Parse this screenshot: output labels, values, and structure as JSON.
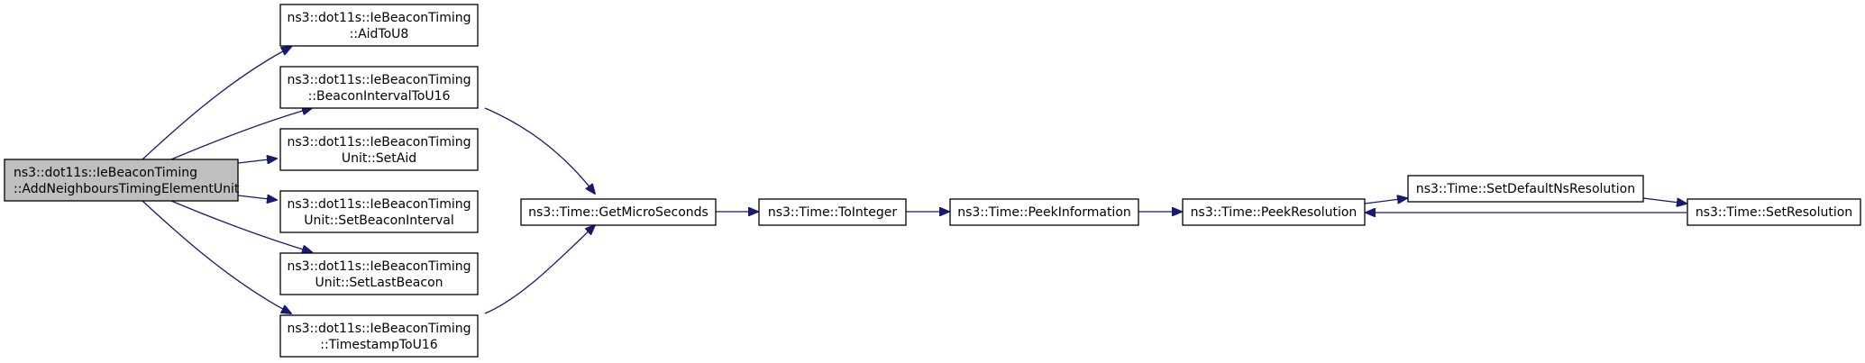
{
  "diagram": {
    "colors": {
      "edge": "#191970",
      "node_border": "#000000",
      "root_fill": "#bfbfbf",
      "node_fill": "#ffffff"
    },
    "nodes": {
      "add_neighbours": {
        "lines": [
          "ns3::dot11s::IeBeaconTiming",
          "::AddNeighboursTimingElementUnit"
        ],
        "root": true
      },
      "aid_to_u8": {
        "lines": [
          "ns3::dot11s::IeBeaconTiming",
          "::AidToU8"
        ]
      },
      "beacon_interval_to_u16": {
        "lines": [
          "ns3::dot11s::IeBeaconTiming",
          "::BeaconIntervalToU16"
        ]
      },
      "unit_set_aid": {
        "lines": [
          "ns3::dot11s::IeBeaconTiming",
          "Unit::SetAid"
        ]
      },
      "unit_set_beacon_interval": {
        "lines": [
          "ns3::dot11s::IeBeaconTiming",
          "Unit::SetBeaconInterval"
        ]
      },
      "unit_set_last_beacon": {
        "lines": [
          "ns3::dot11s::IeBeaconTiming",
          "Unit::SetLastBeacon"
        ]
      },
      "timestamp_to_u16": {
        "lines": [
          "ns3::dot11s::IeBeaconTiming",
          "::TimestampToU16"
        ]
      },
      "get_micro_seconds": {
        "lines": [
          "ns3::Time::GetMicroSeconds"
        ]
      },
      "to_integer": {
        "lines": [
          "ns3::Time::ToInteger"
        ]
      },
      "peek_information": {
        "lines": [
          "ns3::Time::PeekInformation"
        ]
      },
      "peek_resolution": {
        "lines": [
          "ns3::Time::PeekResolution"
        ]
      },
      "set_default_ns_resolution": {
        "lines": [
          "ns3::Time::SetDefaultNsResolution"
        ]
      },
      "set_resolution": {
        "lines": [
          "ns3::Time::SetResolution"
        ]
      }
    },
    "edges": [
      {
        "from": "add_neighbours",
        "to": "aid_to_u8"
      },
      {
        "from": "add_neighbours",
        "to": "beacon_interval_to_u16"
      },
      {
        "from": "add_neighbours",
        "to": "unit_set_aid"
      },
      {
        "from": "add_neighbours",
        "to": "unit_set_beacon_interval"
      },
      {
        "from": "add_neighbours",
        "to": "unit_set_last_beacon"
      },
      {
        "from": "add_neighbours",
        "to": "timestamp_to_u16"
      },
      {
        "from": "beacon_interval_to_u16",
        "to": "get_micro_seconds"
      },
      {
        "from": "timestamp_to_u16",
        "to": "get_micro_seconds"
      },
      {
        "from": "get_micro_seconds",
        "to": "to_integer"
      },
      {
        "from": "to_integer",
        "to": "peek_information"
      },
      {
        "from": "peek_information",
        "to": "peek_resolution"
      },
      {
        "from": "peek_resolution",
        "to": "set_default_ns_resolution"
      },
      {
        "from": "set_default_ns_resolution",
        "to": "set_resolution"
      },
      {
        "from": "set_resolution",
        "to": "peek_resolution"
      }
    ]
  }
}
